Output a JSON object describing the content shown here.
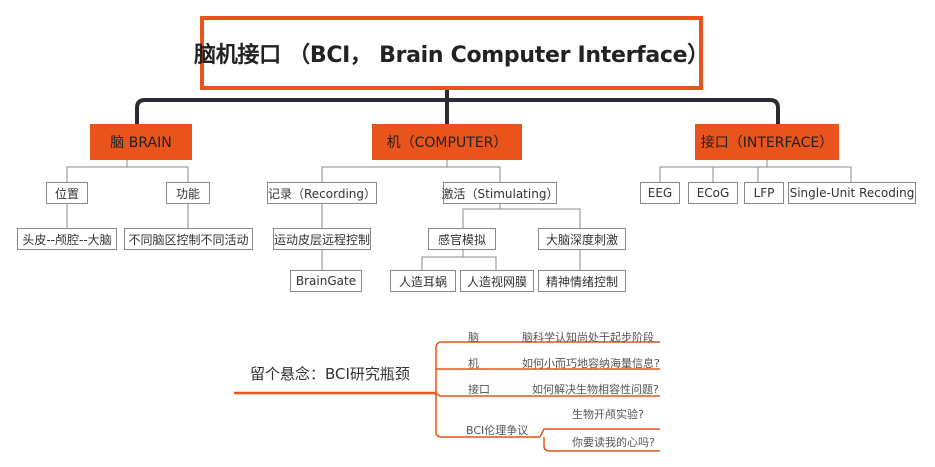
{
  "root": {
    "title": "脑机接口 （BCI， Brain Computer Interface）"
  },
  "branches": {
    "brain": {
      "label": "脑 BRAIN",
      "position": "位置",
      "function": "功能",
      "position_child": "头皮--颅腔--大脑",
      "function_child": "不同脑区控制不同活动"
    },
    "computer": {
      "label": "机（COMPUTER）",
      "recording": "记录（Recording）",
      "stimulating": "激活（Stimulating）",
      "recording_child": "运动皮层远程控制",
      "braingate": "BrainGate",
      "sensory": "感官模拟",
      "deep": "大脑深度刺激",
      "cochlea": "人造耳蜗",
      "retina": "人造视网膜",
      "mood": "精神情绪控制"
    },
    "interface": {
      "label": "接口（INTERFACE）",
      "eeg": "EEG",
      "ecog": "ECoG",
      "lfp": "LFP",
      "single": "Single-Unit Recoding"
    }
  },
  "bottleneck": {
    "title": "留个悬念：BCI研究瓶颈",
    "items": [
      {
        "key": "脑",
        "value": "脑科学认知尚处于起步阶段"
      },
      {
        "key": "机",
        "value": "如何小而巧地容纳海量信息?"
      },
      {
        "key": "接口",
        "value": "如何解决生物相容性问题?"
      },
      {
        "key": "BCI伦理争议",
        "values": [
          "生物开颅实验?",
          "你要读我的心吗?"
        ]
      }
    ]
  },
  "colors": {
    "accent": "#e8541c",
    "connector": "#2e2a33",
    "line": "#888888"
  }
}
